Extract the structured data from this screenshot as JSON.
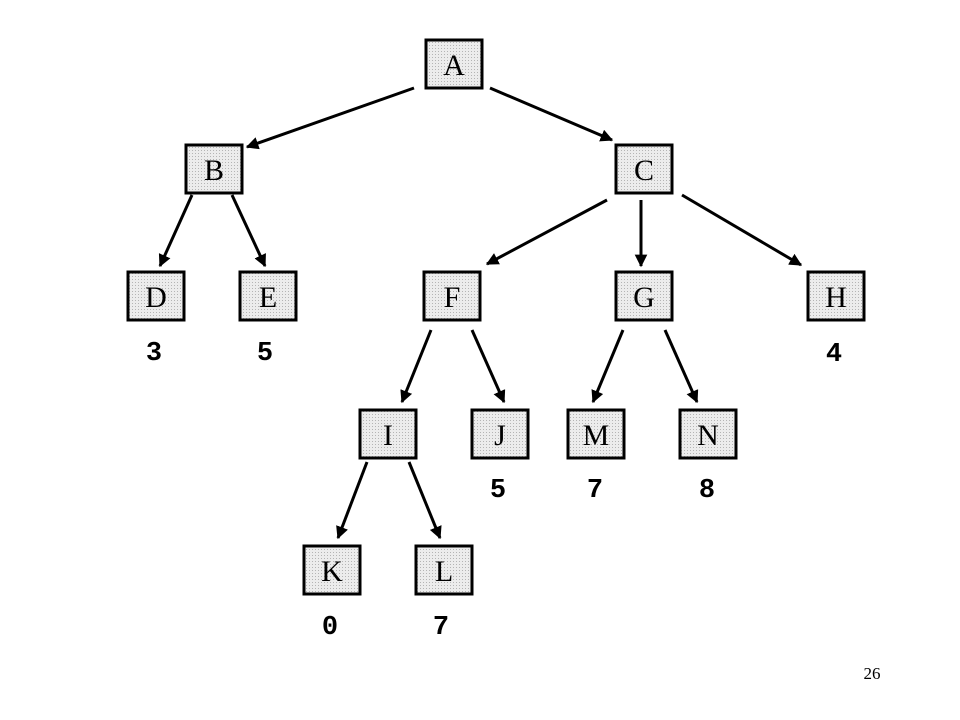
{
  "tree": {
    "nodes": [
      {
        "id": "A",
        "label": "A",
        "value": ""
      },
      {
        "id": "B",
        "label": "B",
        "value": ""
      },
      {
        "id": "C",
        "label": "C",
        "value": ""
      },
      {
        "id": "D",
        "label": "D",
        "value": "3"
      },
      {
        "id": "E",
        "label": "E",
        "value": "5"
      },
      {
        "id": "F",
        "label": "F",
        "value": ""
      },
      {
        "id": "G",
        "label": "G",
        "value": ""
      },
      {
        "id": "H",
        "label": "H",
        "value": "4"
      },
      {
        "id": "I",
        "label": "I",
        "value": ""
      },
      {
        "id": "J",
        "label": "J",
        "value": "5"
      },
      {
        "id": "M",
        "label": "M",
        "value": "7"
      },
      {
        "id": "N",
        "label": "N",
        "value": "8"
      },
      {
        "id": "K",
        "label": "K",
        "value": "0"
      },
      {
        "id": "L",
        "label": "L",
        "value": "7"
      }
    ],
    "edges": [
      {
        "from": "A",
        "to": "B"
      },
      {
        "from": "A",
        "to": "C"
      },
      {
        "from": "B",
        "to": "D"
      },
      {
        "from": "B",
        "to": "E"
      },
      {
        "from": "C",
        "to": "F"
      },
      {
        "from": "C",
        "to": "G"
      },
      {
        "from": "C",
        "to": "H"
      },
      {
        "from": "F",
        "to": "I"
      },
      {
        "from": "F",
        "to": "J"
      },
      {
        "from": "G",
        "to": "M"
      },
      {
        "from": "G",
        "to": "N"
      },
      {
        "from": "I",
        "to": "K"
      },
      {
        "from": "I",
        "to": "L"
      }
    ]
  },
  "footer": {
    "page_number": "26"
  }
}
